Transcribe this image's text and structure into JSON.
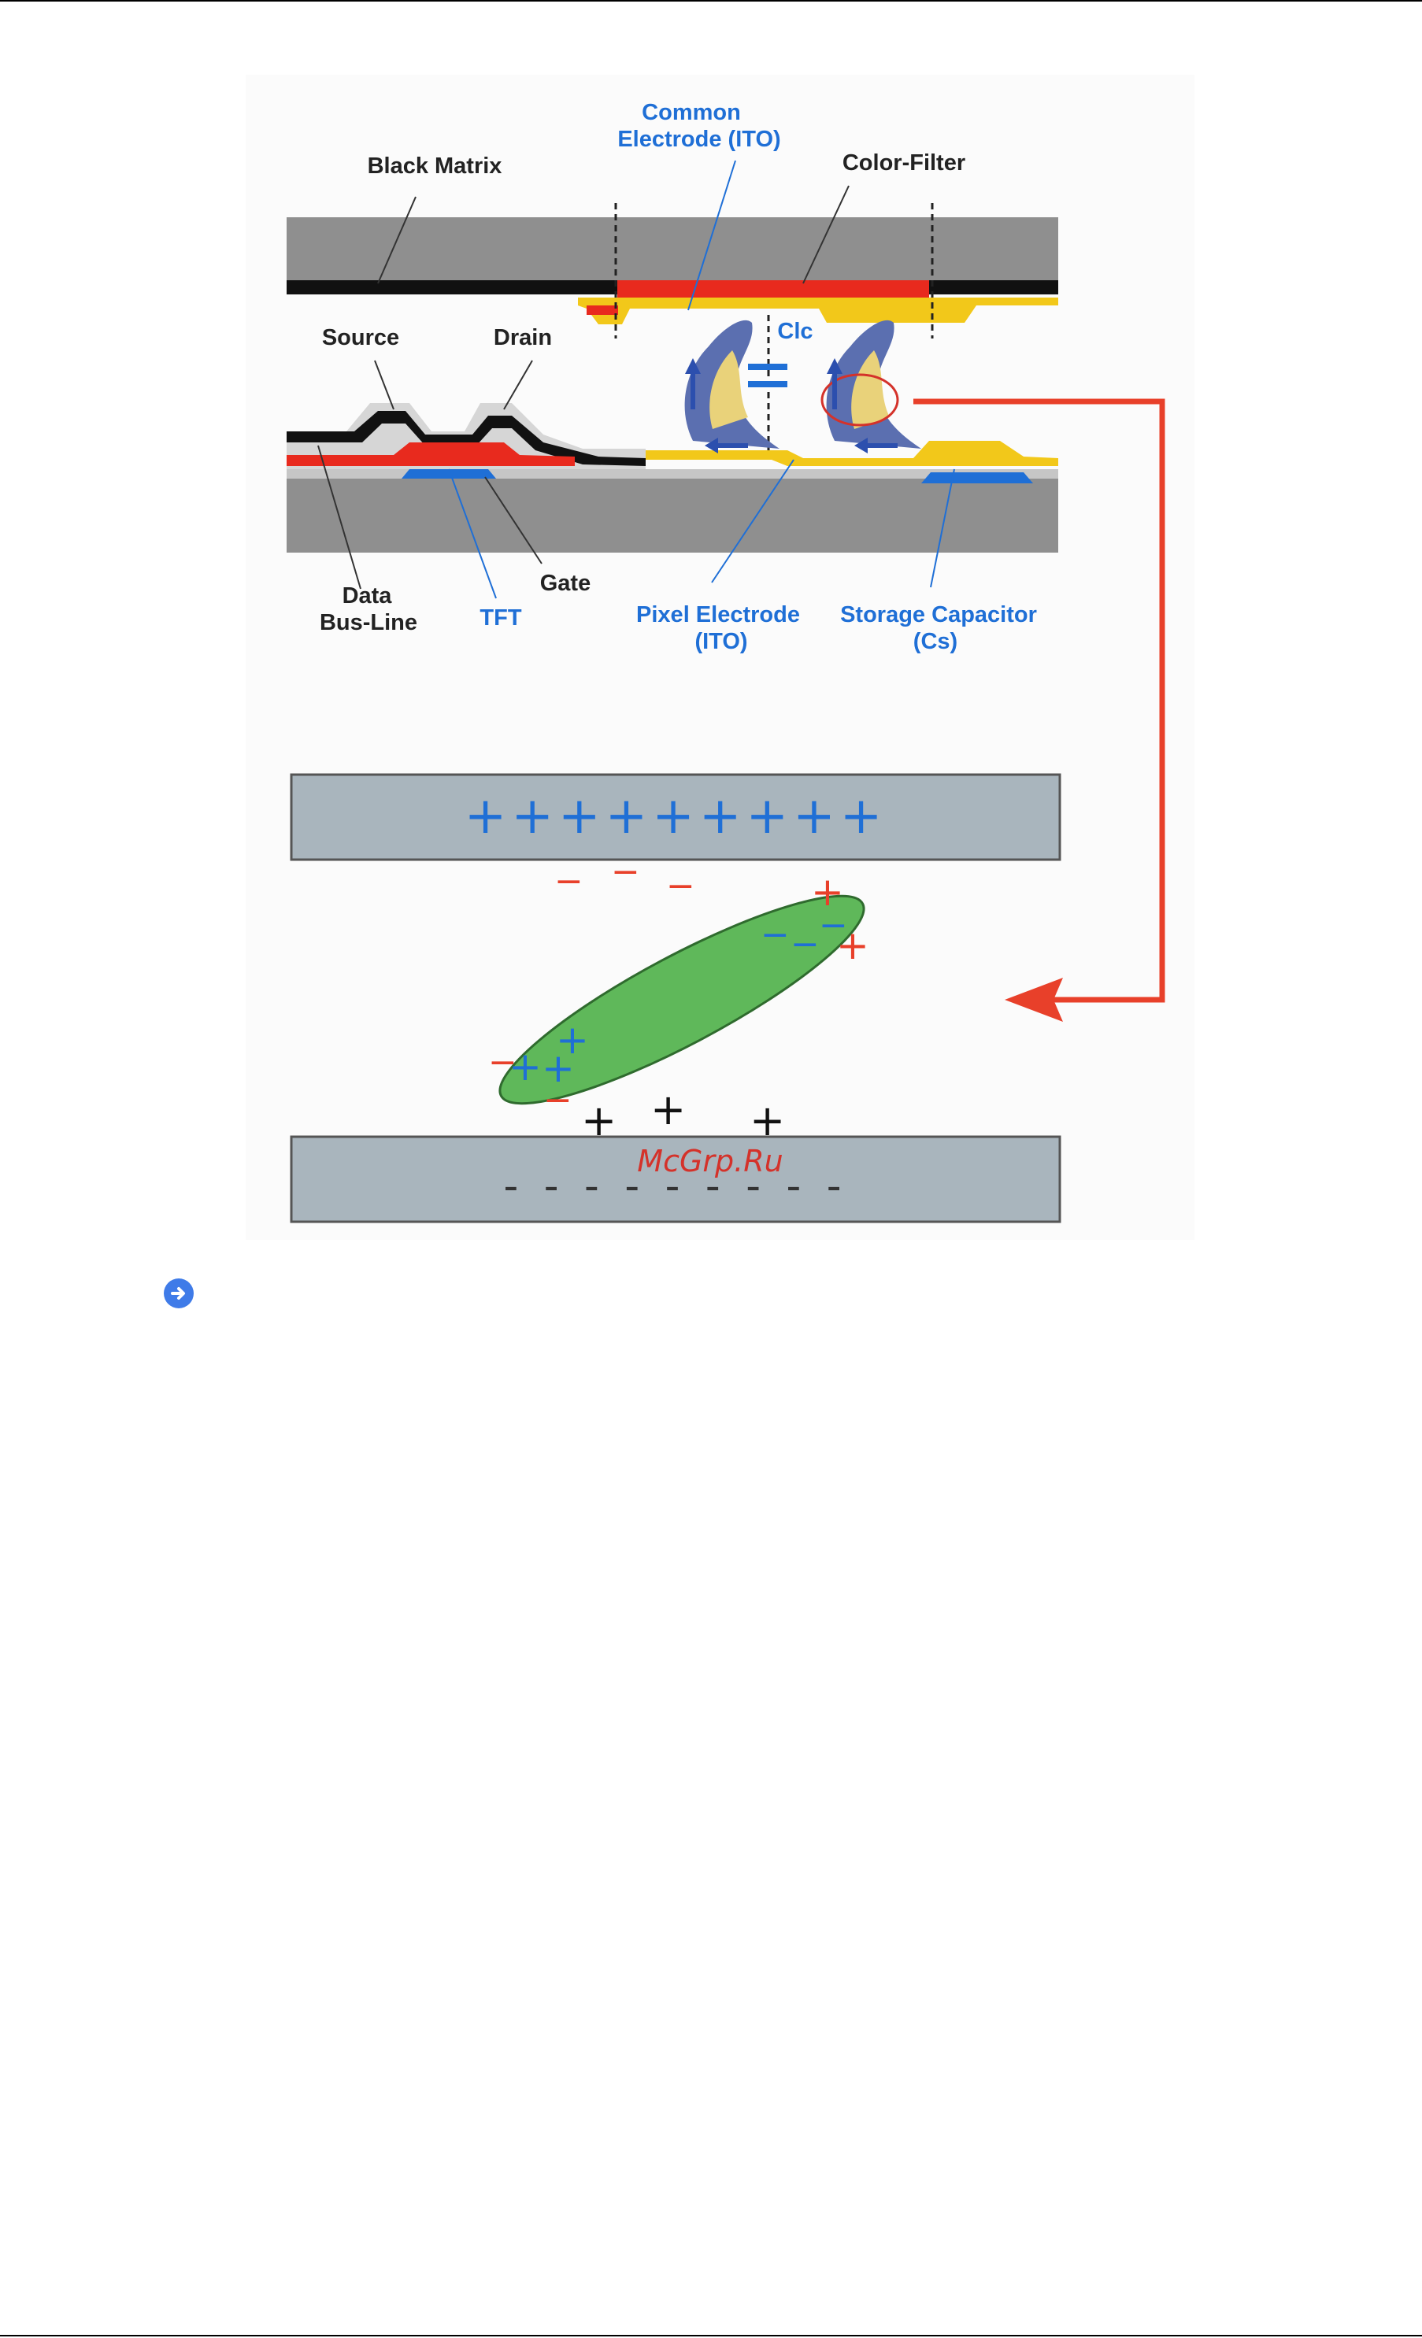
{
  "diagram": {
    "labels": {
      "common_electrode_line1": "Common",
      "common_electrode_line2": "Electrode (ITO)",
      "black_matrix": "Black Matrix",
      "color_filter": "Color-Filter",
      "source": "Source",
      "drain": "Drain",
      "clc": "Clc",
      "data_bus_line1": "Data",
      "data_bus_line2": "Bus-Line",
      "tft": "TFT",
      "gate": "Gate",
      "pixel_electrode_line1": "Pixel Electrode",
      "pixel_electrode_line2": "(ITO)",
      "storage_capacitor_line1": "Storage Capacitor",
      "storage_capacitor_line2": "(Cs)"
    },
    "top_plate_symbols": "+++++++++",
    "bottom_plate_symbols": "- - - - - - - - -",
    "watermark": "McGrp.Ru"
  },
  "icons": {
    "nav_arrow": "arrow-right-circle-icon"
  },
  "colors": {
    "label_blue": "#1f6fd6",
    "label_dark": "#222222",
    "arrow_red": "#e8402a",
    "molecule_green": "#5fb85a",
    "plate_gray": "#a9b5bd"
  }
}
